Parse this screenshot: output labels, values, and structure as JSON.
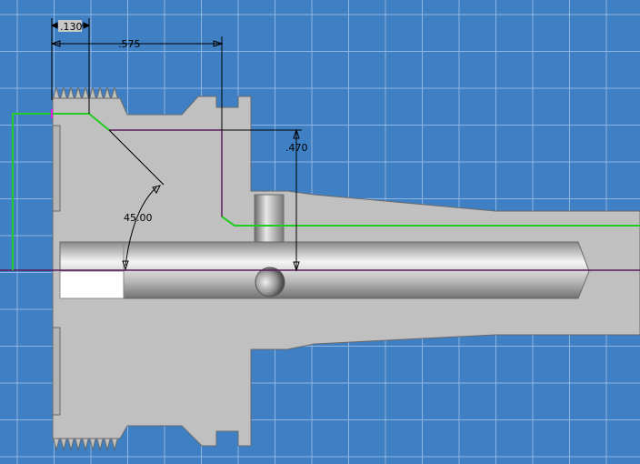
{
  "dimensions": {
    "width_a": ".130",
    "width_b": ".575",
    "depth": ".470",
    "angle": "45.00"
  },
  "colors": {
    "background": "#3f7fc4",
    "grid_line": "#8fb6e0",
    "part_fill": "#c0c0c0",
    "part_edge": "#6a6a6a",
    "toolpath_green": "#22cc22",
    "profile_purple": "#5a1a5a",
    "dimension_line": "#000000"
  }
}
